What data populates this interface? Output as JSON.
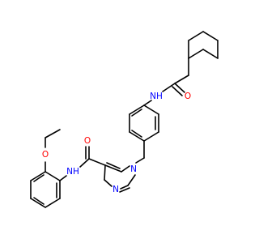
{
  "image": {
    "description_kind": "skeletal chemical structure",
    "background": "#ffffff"
  },
  "colors": {
    "bond": "#000000",
    "nitrogen": "#0000ff",
    "oxygen": "#ff0000"
  },
  "atoms": {
    "amide_top_nh": "NH",
    "amide_top_o": "O",
    "imidazole_n1": "N",
    "imidazole_n3": "N",
    "amide_bottom_o": "O",
    "amide_bottom_nh": "NH",
    "ether_o": "O"
  }
}
